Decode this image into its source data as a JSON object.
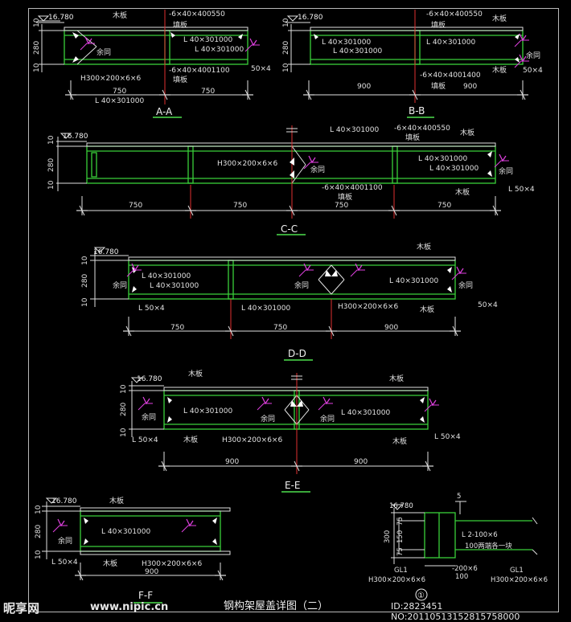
{
  "title": "钢构架屋盖详图（二）",
  "sheet_no": "①",
  "watermark": {
    "logo": "昵享网",
    "url": "www.nipic.cn",
    "id": "ID:2823451 NO:20110513152815758000"
  },
  "sections": {
    "AA": {
      "name": "A-A",
      "elev": "16.780",
      "dims": {
        "top": "10",
        "mid": "280",
        "bot": "10"
      },
      "spans": [
        "750",
        "750"
      ],
      "labels": {
        "wood": "木板",
        "fill1": "填板",
        "fill2": "填板",
        "plate_top": "-6×40×400550",
        "plate_bot": "-6×40×4001100",
        "ang1": "L  40×301000",
        "ang2": "L  40×301000",
        "ang3": "L  40×301000",
        "beam": "H300×200×6×6",
        "rest": "余同",
        "lweld": "50×4"
      }
    },
    "BB": {
      "name": "B-B",
      "elev": "16.780",
      "dims": {
        "top": "10",
        "mid": "280",
        "bot": "10"
      },
      "spans": [
        "900",
        "900"
      ],
      "labels": {
        "wood1": "木板",
        "wood2": "木板",
        "fill1": "填板",
        "fill2": "填板",
        "plate_top": "-6×40×400550",
        "plate_bot": "-6×40×4001400",
        "ang1": "L  40×301000",
        "ang2": "L  40×301000",
        "ang3": "L  40×301000",
        "rest": "余同",
        "lweld": "50×4"
      }
    },
    "CC": {
      "name": "C-C",
      "elev": "16.780",
      "dims": {
        "top": "10",
        "mid": "280",
        "bot": "10"
      },
      "spans": [
        "750",
        "750",
        "750",
        "750"
      ],
      "labels": {
        "wood1": "木板",
        "wood2": "木板",
        "fill1": "填板",
        "fill2": "填板",
        "plate_top": "-6×40×400550",
        "plate_bot": "-6×40×4001100",
        "ang1": "L  40×301000",
        "ang2": "L  40×301000",
        "ang3": "L  40×301000",
        "beam": "H300×200×6×6",
        "rest1": "余同",
        "rest2": "余同",
        "lweld": "L  50×4"
      }
    },
    "DD": {
      "name": "D-D",
      "elev": "16.780",
      "dims": {
        "top": "10",
        "mid": "280",
        "bot": "10"
      },
      "spans": [
        "750",
        "750",
        "900"
      ],
      "labels": {
        "wood1": "木板",
        "wood2": "木板",
        "ang1": "L  40×301000",
        "ang2": "L  40×301000",
        "ang3": "L  40×301000",
        "ang4": "L  40×301000",
        "beam": "H300×200×6×6",
        "rest1": "余同",
        "rest2": "余同",
        "rest3": "余同",
        "lweld1": "L  50×4",
        "lweld2": "50×4"
      }
    },
    "EE": {
      "name": "E-E",
      "elev": "16.780",
      "dims": {
        "top": "10",
        "mid": "280",
        "bot": "10"
      },
      "spans": [
        "900",
        "900"
      ],
      "labels": {
        "wood1": "木板",
        "wood2": "木板",
        "wood3": "木板",
        "wood4": "木板",
        "ang1": "L  40×301000",
        "ang2": "L  40×301000",
        "beam": "H300×200×6×6",
        "rest1": "余同",
        "rest2": "余同",
        "rest3": "余同",
        "lweld1": "L  50×4",
        "lweld2": "L  50×4"
      }
    },
    "FF": {
      "name": "F-F",
      "elev": "16.780",
      "dims": {
        "top": "10",
        "mid": "280",
        "bot": "10"
      },
      "spans": [
        "900"
      ],
      "labels": {
        "wood1": "木板",
        "wood2": "木板",
        "ang1": "L  40×301000",
        "beam": "H300×200×6×6",
        "rest": "余同",
        "lweld": "L  50×4"
      }
    },
    "GL": {
      "elev": "16.780",
      "dims": {
        "d5": "5",
        "d300": "300",
        "d75a": "75",
        "d150": "150",
        "d75b": "75"
      },
      "labels": {
        "gl1a": "GL1",
        "gl1b": "GL1",
        "beam": "H300×200×6×6",
        "ang": "L 2-100×6",
        "note": "100两端各一块",
        "plate": "-200×6",
        "w100": "100"
      }
    }
  }
}
